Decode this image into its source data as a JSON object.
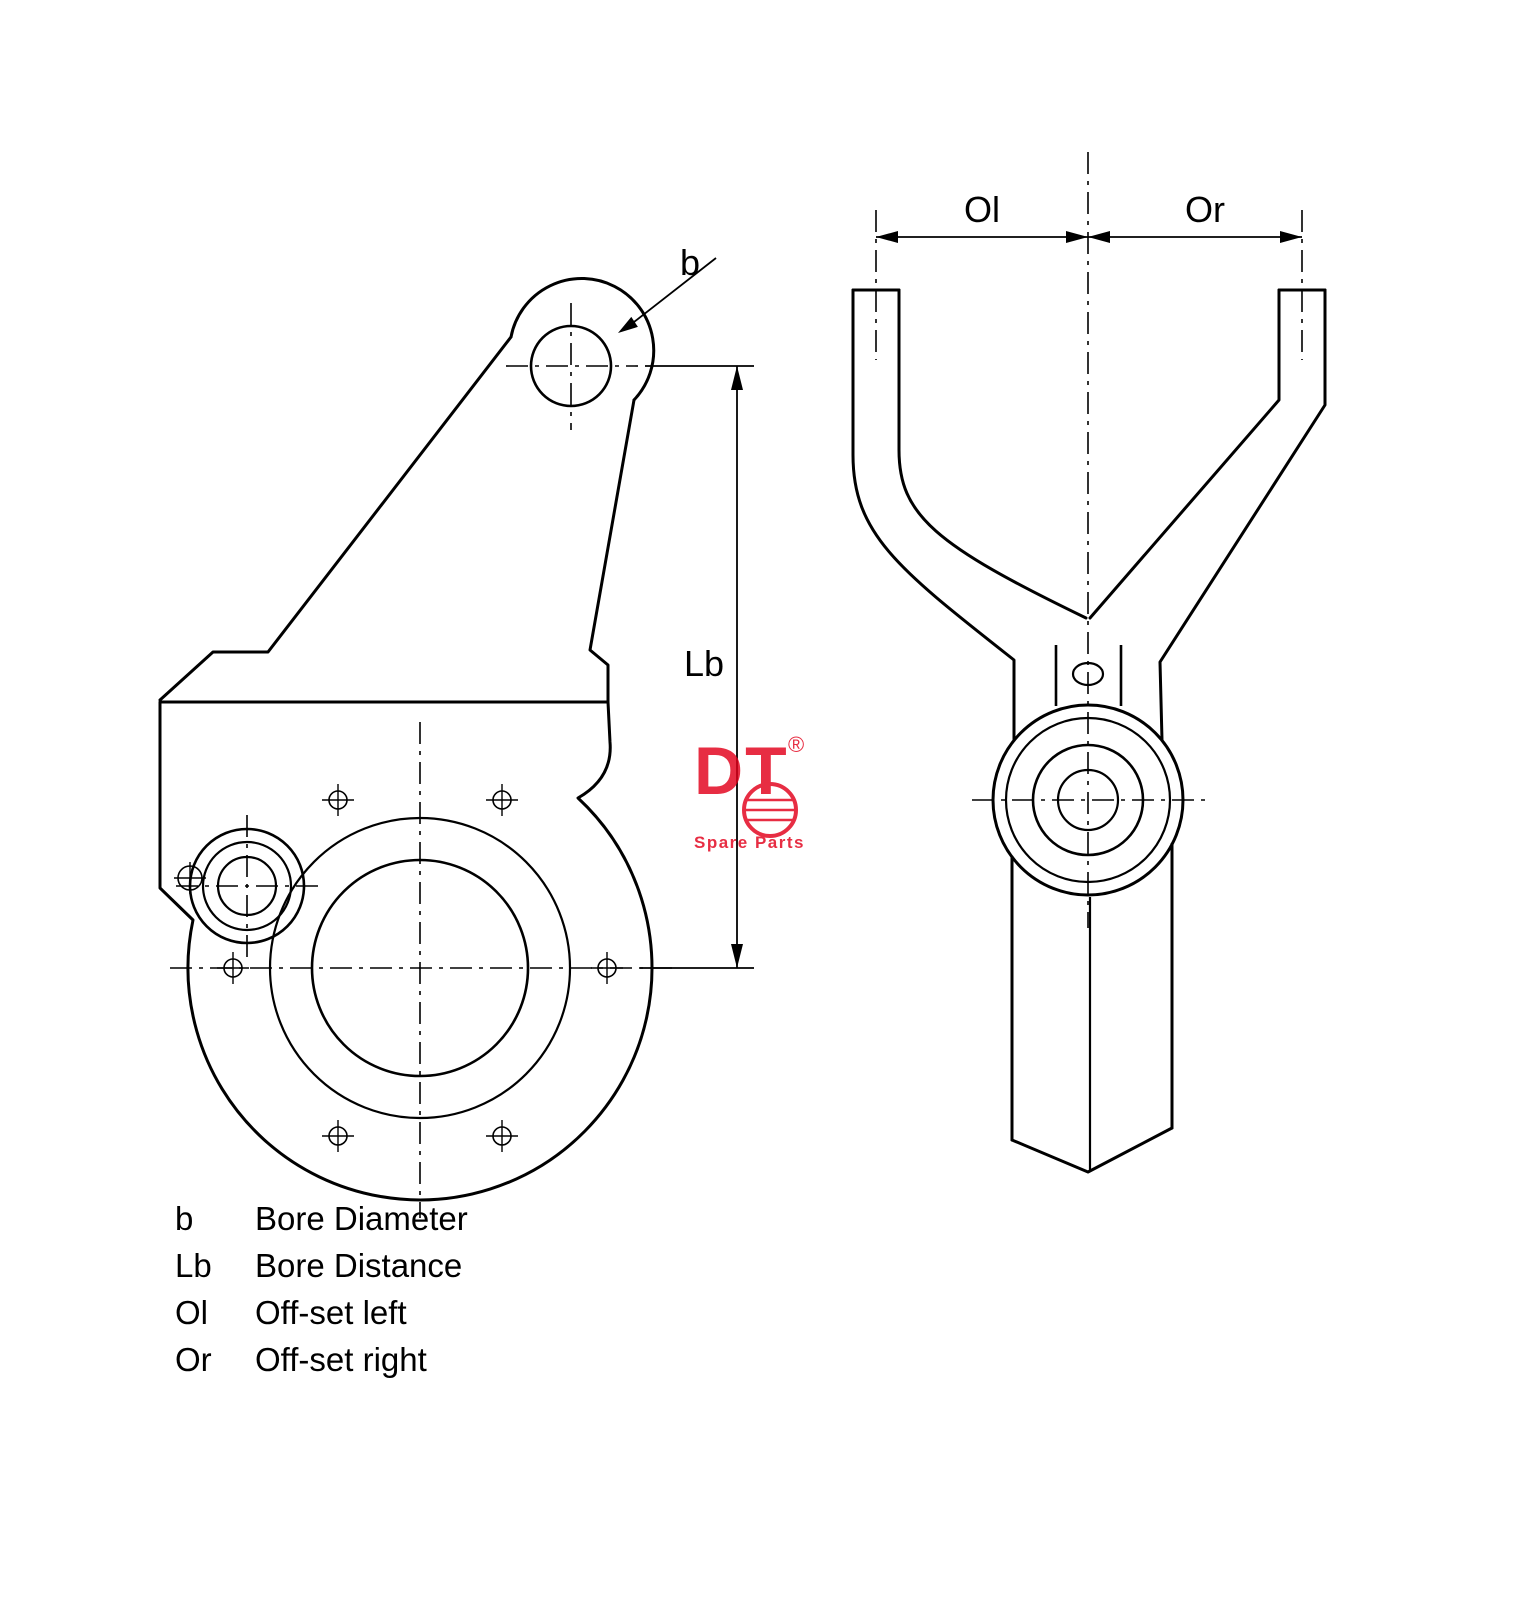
{
  "drawing": {
    "labels": {
      "bore": "b",
      "bore_distance": "Lb",
      "offset_left": "Ol",
      "offset_right": "Or"
    },
    "legend": {
      "items": [
        {
          "key": "b",
          "description": "Bore Diameter"
        },
        {
          "key": "Lb",
          "description": "Bore Distance"
        },
        {
          "key": "Ol",
          "description": "Off-set left"
        },
        {
          "key": "Or",
          "description": "Off-set right"
        }
      ]
    },
    "logo": {
      "brand": "DT",
      "registered": "®",
      "subtitle": "Spare Parts",
      "color": "#e2001a"
    },
    "colors": {
      "line": "#000000",
      "background": "#ffffff",
      "accent": "#e2001a"
    }
  }
}
